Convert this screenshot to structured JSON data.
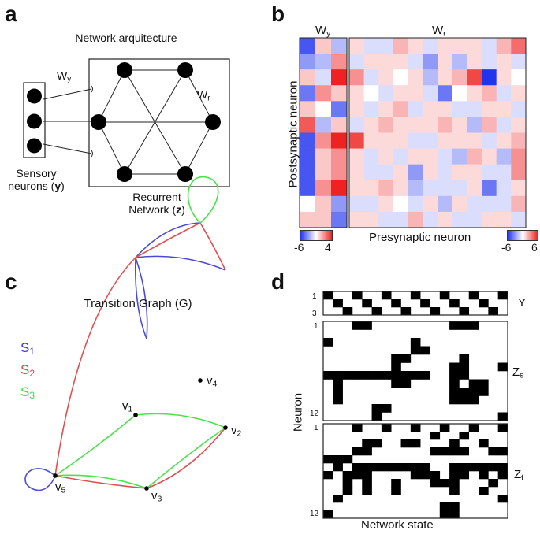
{
  "panels": {
    "a": {
      "letter": "a",
      "title": "Network arquitecture",
      "wy_label": "W",
      "wy_sub": "y",
      "wr_label": "W",
      "wr_sub": "r",
      "sensory_label_line1": "Sensory",
      "sensory_label_line2": "neurons (",
      "sensory_var": "y",
      "sensory_close": ")",
      "recurrent_line1": "Recurrent",
      "recurrent_line2": "Network (",
      "recurrent_var": "z",
      "recurrent_close": ")"
    },
    "b": {
      "letter": "b",
      "wy_label": "W",
      "wy_sub": "y",
      "wr_label": "W",
      "wr_sub": "r",
      "ylabel": "Postsynaptic neuron",
      "xlabel": "Presynaptic neuron",
      "cbar_left_min": "-6",
      "cbar_left_max": "4",
      "cbar_right_min": "-6",
      "cbar_right_max": "6",
      "colors": {
        "neg": "#2233ee",
        "mid": "#ffffff",
        "pos": "#ee2222"
      }
    },
    "c": {
      "letter": "c",
      "title": "Transition Graph (G)",
      "legend": [
        {
          "label": "S",
          "sub": "1",
          "color": "#3a3adc"
        },
        {
          "label": "S",
          "sub": "2",
          "color": "#e04848"
        },
        {
          "label": "S",
          "sub": "3",
          "color": "#3ce03c"
        }
      ],
      "nodes": [
        {
          "label": "v",
          "sub": "1"
        },
        {
          "label": "v",
          "sub": "2"
        },
        {
          "label": "v",
          "sub": "3"
        },
        {
          "label": "v",
          "sub": "4"
        },
        {
          "label": "v",
          "sub": "5"
        }
      ]
    },
    "d": {
      "letter": "d",
      "ylabel": "Neuron",
      "xlabel": "Network state",
      "y_label": "Y",
      "zs_label": "Z",
      "zs_sub": "s",
      "zt_label": "Z",
      "zt_sub": "t",
      "y_ticks": [
        "1",
        "3"
      ],
      "zs_ticks": [
        "1",
        "12"
      ],
      "zt_ticks": [
        "1",
        "12"
      ]
    }
  },
  "chart_data": [
    {
      "type": "heatmap",
      "name": "Wy",
      "rows": 12,
      "cols": 3,
      "vmin": -6,
      "vmax": 4,
      "values": [
        [
          -5,
          1,
          -2
        ],
        [
          -3,
          -2,
          2
        ],
        [
          1,
          -1,
          4
        ],
        [
          -4,
          2,
          1
        ],
        [
          1,
          0,
          -4
        ],
        [
          3,
          -2,
          1
        ],
        [
          -5,
          2,
          4
        ],
        [
          -5,
          1,
          2
        ],
        [
          -5,
          1,
          2
        ],
        [
          -5,
          2,
          4
        ],
        [
          0,
          1,
          -3
        ],
        [
          1,
          1,
          -4
        ]
      ]
    },
    {
      "type": "heatmap",
      "name": "Wr",
      "rows": 12,
      "cols": 12,
      "vmin": -6,
      "vmax": 6,
      "values": [
        [
          1,
          -1,
          -1,
          2,
          1,
          -1,
          1,
          1,
          1,
          -1,
          2,
          4
        ],
        [
          -1,
          1,
          1,
          1,
          -1,
          -3,
          1,
          -2,
          1,
          -1,
          1,
          -1
        ],
        [
          3,
          -1,
          1,
          0,
          1,
          -2,
          1,
          2,
          5,
          -6,
          1,
          0
        ],
        [
          1,
          0,
          -1,
          1,
          1,
          -1,
          -4,
          0,
          1,
          2,
          -1,
          1
        ],
        [
          1,
          -1,
          1,
          2,
          -1,
          1,
          1,
          -1,
          -1,
          1,
          1,
          -1
        ],
        [
          -1,
          1,
          2,
          1,
          1,
          1,
          2,
          1,
          -2,
          2,
          -1,
          1
        ],
        [
          5,
          1,
          1,
          1,
          -1,
          -1,
          1,
          1,
          1,
          -1,
          1,
          2
        ],
        [
          1,
          -1,
          1,
          -1,
          1,
          1,
          -1,
          -2,
          2,
          1,
          -2,
          3
        ],
        [
          1,
          -1,
          -1,
          1,
          -3,
          1,
          -1,
          1,
          1,
          -1,
          -1,
          3
        ],
        [
          1,
          1,
          2,
          1,
          -2,
          -1,
          -1,
          -1,
          1,
          -4,
          -1,
          1
        ],
        [
          -1,
          -1,
          1,
          0,
          -1,
          1,
          -2,
          1,
          -1,
          -1,
          -1,
          2
        ],
        [
          1,
          1,
          -1,
          -1,
          2,
          -1,
          1,
          -1,
          -1,
          1,
          1,
          -1
        ]
      ]
    },
    {
      "type": "table",
      "name": "Y",
      "rows": 3,
      "cols": 19,
      "values": [
        [
          1,
          0,
          0,
          1,
          0,
          0,
          1,
          0,
          0,
          1,
          0,
          0,
          1,
          0,
          0,
          1,
          0,
          0,
          1
        ],
        [
          0,
          1,
          0,
          0,
          1,
          0,
          0,
          1,
          0,
          0,
          1,
          0,
          0,
          1,
          0,
          0,
          1,
          0,
          0
        ],
        [
          0,
          0,
          1,
          0,
          0,
          1,
          0,
          0,
          1,
          0,
          0,
          1,
          0,
          0,
          1,
          0,
          0,
          1,
          0
        ]
      ]
    },
    {
      "type": "table",
      "name": "Zs",
      "rows": 12,
      "cols": 19,
      "values": [
        [
          0,
          0,
          0,
          1,
          1,
          0,
          0,
          0,
          0,
          0,
          0,
          0,
          0,
          1,
          1,
          1,
          0,
          0,
          0
        ],
        [
          0,
          0,
          0,
          0,
          0,
          0,
          0,
          0,
          0,
          0,
          0,
          0,
          0,
          0,
          0,
          0,
          0,
          0,
          0
        ],
        [
          1,
          0,
          0,
          0,
          0,
          0,
          0,
          0,
          0,
          1,
          0,
          0,
          0,
          0,
          0,
          0,
          0,
          0,
          0
        ],
        [
          0,
          0,
          0,
          0,
          0,
          0,
          0,
          0,
          0,
          1,
          1,
          0,
          0,
          0,
          0,
          0,
          0,
          0,
          0
        ],
        [
          0,
          0,
          0,
          0,
          0,
          0,
          0,
          1,
          1,
          0,
          0,
          0,
          0,
          0,
          1,
          0,
          0,
          0,
          0
        ],
        [
          0,
          0,
          0,
          0,
          0,
          0,
          0,
          1,
          0,
          0,
          0,
          0,
          0,
          1,
          1,
          0,
          0,
          0,
          1
        ],
        [
          1,
          1,
          1,
          1,
          1,
          1,
          1,
          1,
          1,
          1,
          1,
          0,
          0,
          1,
          1,
          0,
          0,
          0,
          0
        ],
        [
          0,
          1,
          0,
          0,
          0,
          0,
          0,
          1,
          1,
          0,
          0,
          0,
          0,
          1,
          0,
          1,
          1,
          0,
          0
        ],
        [
          0,
          1,
          0,
          0,
          0,
          0,
          0,
          0,
          0,
          0,
          0,
          0,
          0,
          1,
          1,
          1,
          1,
          0,
          0
        ],
        [
          0,
          1,
          0,
          0,
          0,
          0,
          0,
          0,
          0,
          0,
          0,
          0,
          0,
          1,
          1,
          1,
          0,
          0,
          0
        ],
        [
          0,
          0,
          0,
          0,
          0,
          1,
          1,
          0,
          0,
          0,
          0,
          0,
          0,
          0,
          0,
          0,
          0,
          0,
          0
        ],
        [
          0,
          0,
          0,
          0,
          0,
          1,
          0,
          0,
          0,
          0,
          0,
          0,
          0,
          0,
          0,
          0,
          0,
          0,
          1
        ]
      ]
    },
    {
      "type": "table",
      "name": "Zt",
      "rows": 12,
      "cols": 19,
      "values": [
        [
          0,
          0,
          0,
          1,
          0,
          0,
          1,
          0,
          0,
          1,
          0,
          0,
          1,
          0,
          0,
          1,
          0,
          0,
          1
        ],
        [
          0,
          0,
          0,
          0,
          0,
          0,
          0,
          0,
          0,
          0,
          0,
          1,
          0,
          0,
          1,
          0,
          0,
          0,
          0
        ],
        [
          0,
          0,
          0,
          0,
          1,
          1,
          0,
          0,
          1,
          1,
          0,
          0,
          0,
          1,
          0,
          0,
          1,
          0,
          0
        ],
        [
          0,
          0,
          0,
          1,
          1,
          0,
          0,
          0,
          0,
          0,
          0,
          1,
          1,
          1,
          1,
          0,
          0,
          1,
          1
        ],
        [
          1,
          1,
          1,
          0,
          0,
          0,
          0,
          0,
          0,
          0,
          0,
          0,
          0,
          0,
          0,
          0,
          0,
          0,
          0
        ],
        [
          0,
          1,
          0,
          1,
          1,
          1,
          1,
          1,
          1,
          1,
          1,
          0,
          0,
          1,
          1,
          1,
          1,
          1,
          1
        ],
        [
          1,
          0,
          1,
          1,
          1,
          0,
          0,
          0,
          0,
          1,
          1,
          1,
          0,
          1,
          1,
          0,
          1,
          0,
          1
        ],
        [
          0,
          0,
          1,
          0,
          1,
          0,
          0,
          1,
          0,
          0,
          0,
          1,
          1,
          1,
          0,
          0,
          0,
          1,
          0
        ],
        [
          0,
          0,
          1,
          0,
          1,
          0,
          0,
          1,
          0,
          0,
          0,
          0,
          0,
          1,
          0,
          0,
          1,
          0,
          0
        ],
        [
          0,
          1,
          0,
          0,
          0,
          0,
          0,
          0,
          0,
          0,
          0,
          0,
          0,
          0,
          0,
          0,
          0,
          0,
          1
        ],
        [
          0,
          0,
          0,
          0,
          0,
          0,
          0,
          0,
          0,
          0,
          0,
          0,
          1,
          1,
          0,
          0,
          0,
          0,
          0
        ],
        [
          1,
          0,
          0,
          0,
          0,
          0,
          0,
          0,
          0,
          0,
          0,
          0,
          1,
          1,
          0,
          0,
          0,
          0,
          0
        ]
      ]
    }
  ]
}
